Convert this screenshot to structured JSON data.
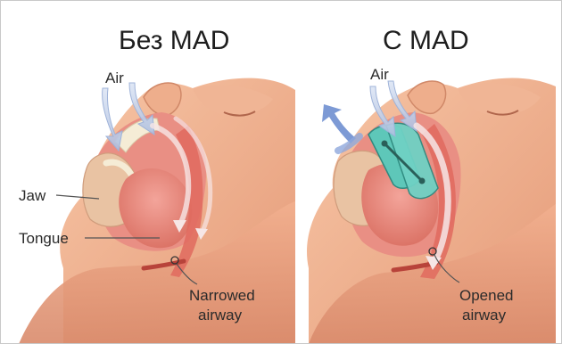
{
  "panels": {
    "left": {
      "title": "Без MAD",
      "labels": {
        "air": "Air",
        "jaw": "Jaw",
        "tongue": "Tongue",
        "narrowed_line1": "Narrowed",
        "narrowed_line2": "airway"
      }
    },
    "right": {
      "title": "С MAD",
      "labels": {
        "air": "Air",
        "opened_line1": "Opened",
        "opened_line2": "airway"
      }
    }
  },
  "colors": {
    "skin": "#f2b08f",
    "skin_dark": "#d98a6b",
    "tissue": "#ef9a86",
    "throat": "#e66f62",
    "tongue": "#e8857a",
    "teeth": "#f5ecd6",
    "air_arrow": "#c9d7ee",
    "exit_arrow": "#6f8fd0",
    "device": "#5ec7b9",
    "airway_dark": "#b8433a"
  }
}
